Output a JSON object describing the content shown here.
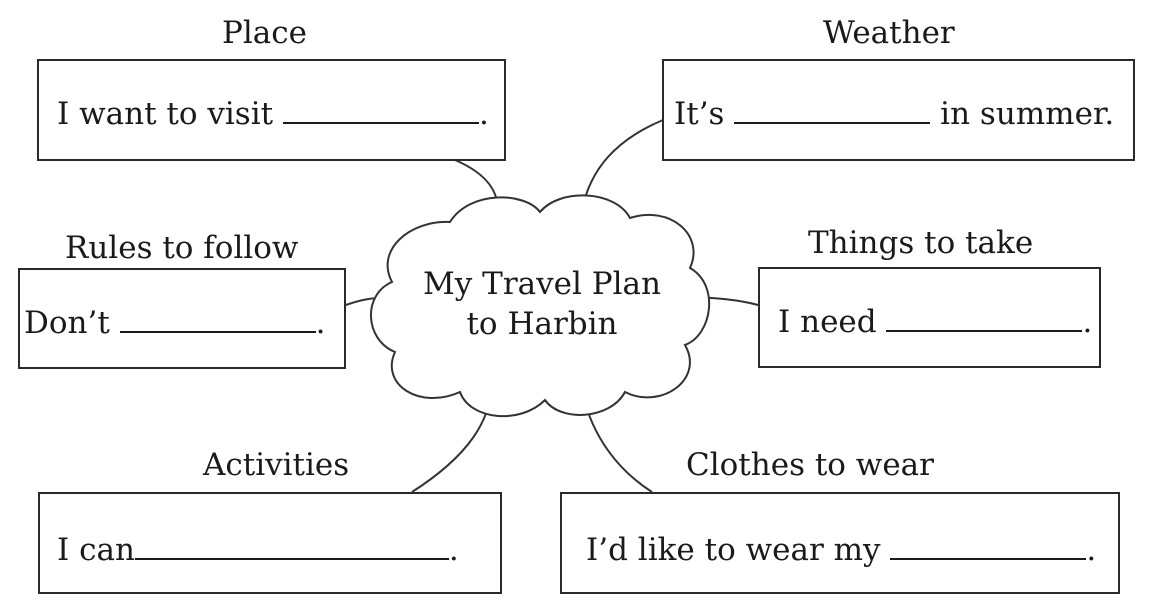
{
  "center": {
    "line1": "My Travel Plan",
    "line2": "to Harbin"
  },
  "place": {
    "label": "Place",
    "before": "I want to visit ",
    "after": "."
  },
  "weather": {
    "label": "Weather",
    "before": "It’s ",
    "after": " in summer."
  },
  "rules": {
    "label": "Rules to follow",
    "before": "Don’t ",
    "after": "."
  },
  "things": {
    "label": "Things to take",
    "before": "I need ",
    "after": "."
  },
  "activities": {
    "label": "Activities",
    "before": "I  can",
    "after": "."
  },
  "clothes": {
    "label": "Clothes to wear",
    "before": "I’d like to wear my ",
    "after": "."
  }
}
